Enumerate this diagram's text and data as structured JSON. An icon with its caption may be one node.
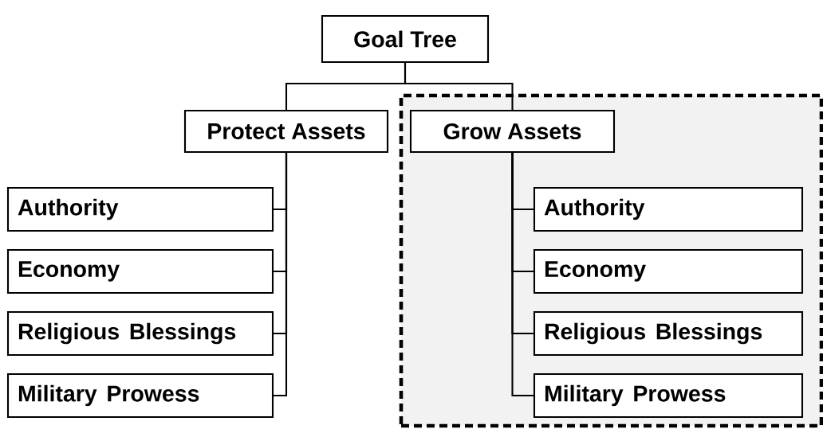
{
  "diagram": {
    "nodes": [
      {
        "text": [
          "Goal Tree"
        ]
      },
      {
        "text": [
          "Protect Assets"
        ]
      },
      {
        "text": [],
        "shape": "box"
      },
      {
        "text": [
          "Grow Assets"
        ],
        "in": 2
      },
      {
        "text": [
          "Authority"
        ]
      },
      {
        "text": [
          "Economy"
        ]
      },
      {
        "text": [
          "Religious Blessings"
        ]
      },
      {
        "text": [
          "Military Prowess"
        ]
      },
      {
        "text": [
          "Authority"
        ],
        "in": 2
      },
      {
        "text": [
          "Economy"
        ],
        "in": 2
      },
      {
        "text": [
          "Religious Blessings"
        ],
        "in": 2
      },
      {
        "text": [
          "Military Prowess"
        ],
        "in": 2
      }
    ],
    "edges": [
      {
        "from": 0,
        "to": 1,
        "arrow": "none"
      },
      {
        "from": 0,
        "to": 3,
        "arrow": "none"
      },
      {
        "from": 1,
        "to": 4,
        "arrow": "none"
      },
      {
        "from": 1,
        "to": 5,
        "arrow": "none"
      },
      {
        "from": 1,
        "to": 6,
        "arrow": "none"
      },
      {
        "from": 1,
        "to": 7,
        "arrow": "none"
      },
      {
        "from": 3,
        "to": 8,
        "arrow": "none"
      },
      {
        "from": 3,
        "to": 9,
        "arrow": "none"
      },
      {
        "from": 3,
        "to": 10,
        "arrow": "none"
      },
      {
        "from": 3,
        "to": 11,
        "arrow": "none"
      }
    ]
  }
}
